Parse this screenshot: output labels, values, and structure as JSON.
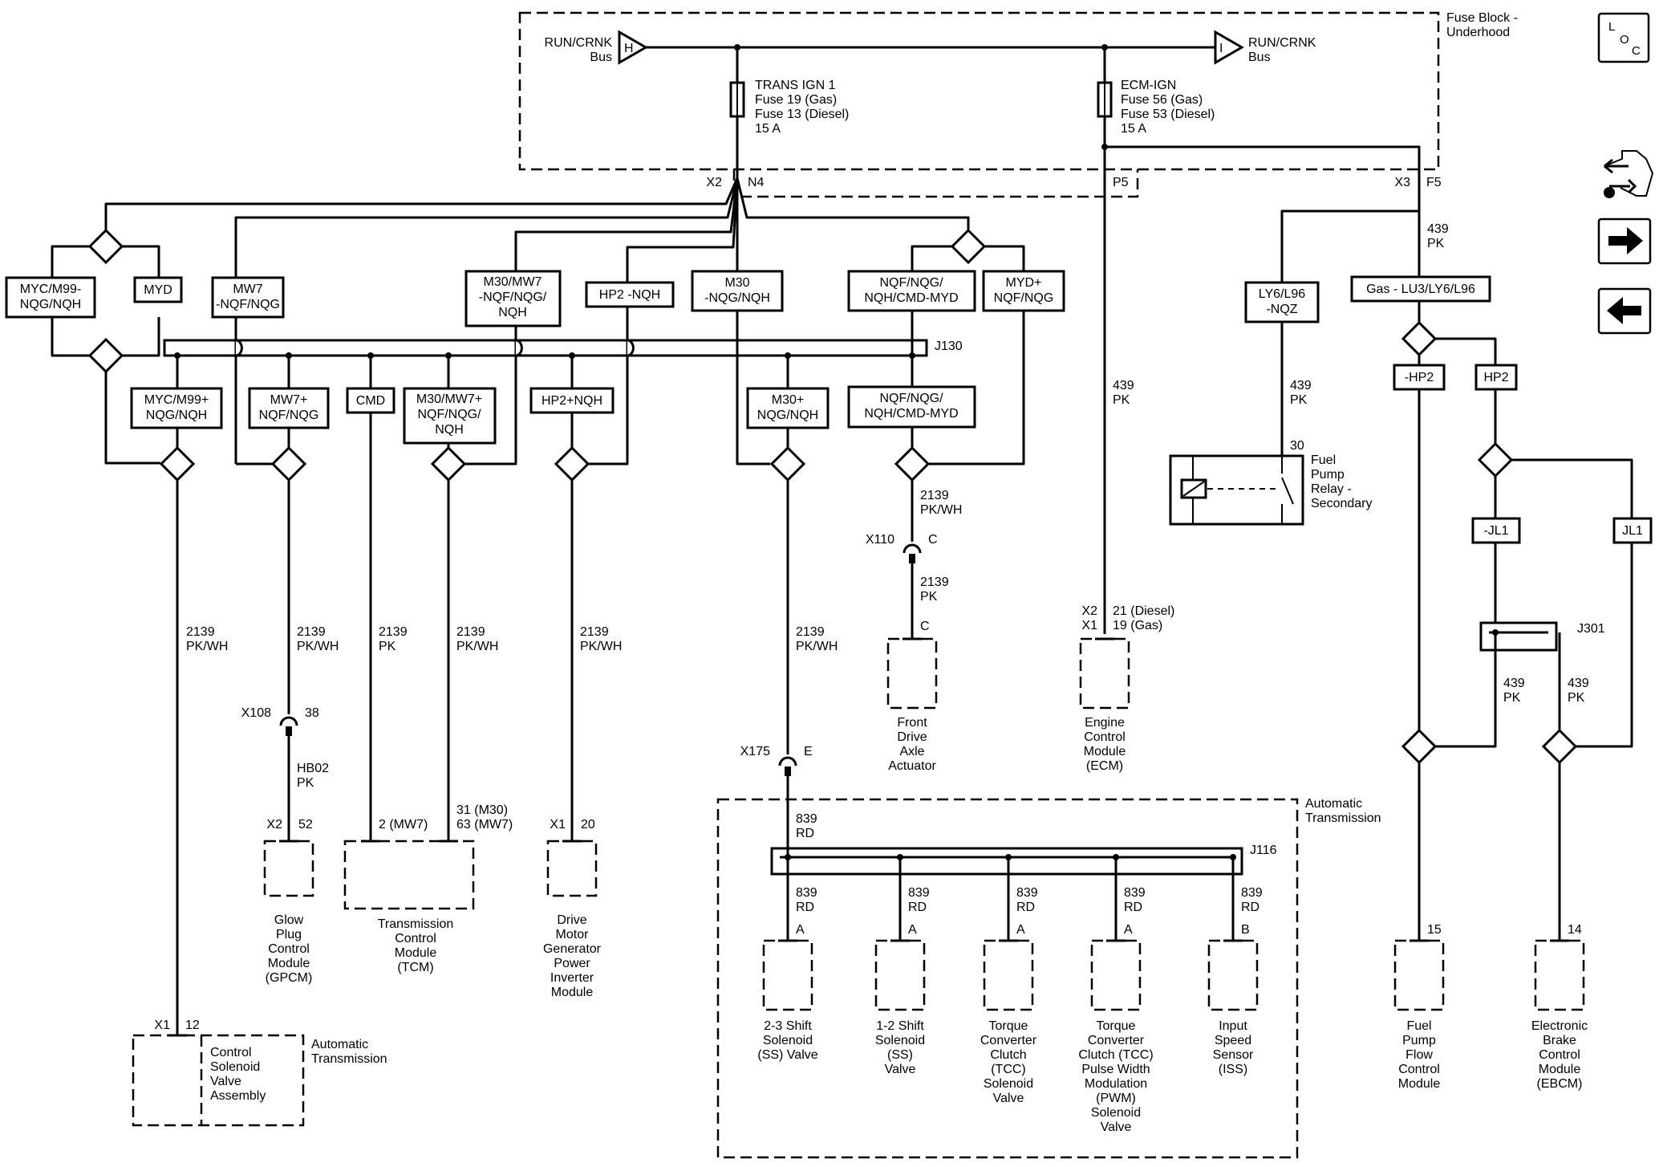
{
  "fuse_block": {
    "title": [
      "Fuse Block -",
      "Underhood"
    ],
    "bus_left": {
      "letter": "H",
      "label": [
        "RUN/CRNK",
        "Bus"
      ]
    },
    "bus_right": {
      "letter": "I",
      "label": [
        "RUN/CRNK",
        "Bus"
      ]
    },
    "fuse1": [
      "TRANS IGN 1",
      "Fuse 19 (Gas)",
      "Fuse 13 (Diesel)",
      "15 A"
    ],
    "fuse2": [
      "ECM-IGN",
      "Fuse 56 (Gas)",
      "Fuse 53 (Diesel)",
      "15 A"
    ],
    "conn_x2": "X2",
    "conn_n4": "N4",
    "conn_p5": "P5",
    "conn_x3": "X3",
    "conn_f5": "F5"
  },
  "nav": {
    "loc_top": "L",
    "loc_o": "O",
    "loc_c": "C"
  },
  "options": {
    "myc_m99_neg": [
      "MYC/M99-",
      "NQG/NQH"
    ],
    "myd": [
      "MYD"
    ],
    "mw7_neg": [
      "MW7",
      "-NQF/NQG"
    ],
    "m30_mw7_neg": [
      "M30/MW7",
      "-NQF/NQG/",
      "NQH"
    ],
    "hp2_neg_nqh": [
      "HP2 -NQH"
    ],
    "m30_neg": [
      "M30",
      "-NQG/NQH"
    ],
    "nqf_top": [
      "NQF/NQG/",
      "NQH/CMD-MYD"
    ],
    "myd_plus": [
      "MYD+",
      "NQF/NQG"
    ],
    "myc_m99_plus": [
      "MYC/M99+",
      "NQG/NQH"
    ],
    "mw7_plus": [
      "MW7+",
      "NQF/NQG"
    ],
    "cmd": [
      "CMD"
    ],
    "m30_mw7_plus": [
      "M30/MW7+",
      "NQF/NQG/",
      "NQH"
    ],
    "hp2_plus_nqh": [
      "HP2+NQH"
    ],
    "m30_plus": [
      "M30+",
      "NQG/NQH"
    ],
    "nqf_low": [
      "NQF/NQG/",
      "NQH/CMD-MYD"
    ],
    "ly6_l96": [
      "LY6/L96",
      "-NQZ"
    ],
    "gas_lu3": [
      "Gas - LU3/LY6/L96"
    ],
    "neg_hp2": [
      "-HP2"
    ],
    "hp2": [
      "HP2"
    ],
    "neg_jl1": [
      "-JL1"
    ],
    "jl1": [
      "JL1"
    ]
  },
  "splices": {
    "j130": "J130",
    "j116": "J116",
    "j301": "J301"
  },
  "wires": {
    "w2139_pkwh": [
      "2139",
      "PK/WH"
    ],
    "w2139_pk": [
      "2139",
      "PK"
    ],
    "w439_pk": [
      "439",
      "PK"
    ],
    "w839_rd": [
      "839",
      "RD"
    ],
    "hb02_pk": [
      "HB02",
      "PK"
    ]
  },
  "connectors": {
    "x108": "X108",
    "x108_pin": "38",
    "x110": "X110",
    "x110_pin": "C",
    "x175": "X175",
    "x175_pin": "E",
    "gpcm_x": "X2",
    "gpcm_pin": "52",
    "tcm_pin1": "2 (MW7)",
    "tcm_pin2": [
      "31 (M30)",
      "63 (MW7)"
    ],
    "dmg_x": "X1",
    "dmg_pin": "20",
    "fdaa_pin": "C",
    "ecm_x": [
      "X2",
      "X1"
    ],
    "ecm_pin": [
      "21 (Diesel)",
      "19 (Gas)"
    ],
    "relay_pin": "30",
    "csva_x": "X1",
    "csva_pin": "12",
    "pin_a": "A",
    "pin_b": "B",
    "fppc_pin": "15",
    "ebcm_pin": "14"
  },
  "components": {
    "gpcm": [
      "Glow",
      "Plug",
      "Control",
      "Module",
      "(GPCM)"
    ],
    "tcm": [
      "Transmission",
      "Control",
      "Module",
      "(TCM)"
    ],
    "dmgpim": [
      "Drive",
      "Motor",
      "Generator",
      "Power",
      "Inverter",
      "Module"
    ],
    "fdaa": [
      "Front",
      "Drive",
      "Axle",
      "Actuator"
    ],
    "ecm": [
      "Engine",
      "Control",
      "Module",
      "(ECM)"
    ],
    "relay": [
      "Fuel",
      "Pump",
      "Relay -",
      "Secondary"
    ],
    "csva": [
      "Control",
      "Solenoid",
      "Valve",
      "Assembly"
    ],
    "auto_trans": [
      "Automatic",
      "Transmission"
    ],
    "ss23": [
      "2-3 Shift",
      "Solenoid",
      "(SS) Valve"
    ],
    "ss12": [
      "1-2 Shift",
      "Solenoid",
      "(SS)",
      "Valve"
    ],
    "tcc": [
      "Torque",
      "Converter",
      "Clutch",
      "(TCC)",
      "Solenoid",
      "Valve"
    ],
    "tcc_pwm": [
      "Torque",
      "Converter",
      "Clutch (TCC)",
      "Pulse Width",
      "Modulation",
      "(PWM)",
      "Solenoid",
      "Valve"
    ],
    "iss": [
      "Input",
      "Speed",
      "Sensor",
      "(ISS)"
    ],
    "fpfcm": [
      "Fuel",
      "Pump",
      "Flow",
      "Control",
      "Module"
    ],
    "ebcm": [
      "Electronic",
      "Brake",
      "Control",
      "Module",
      "(EBCM)"
    ]
  }
}
